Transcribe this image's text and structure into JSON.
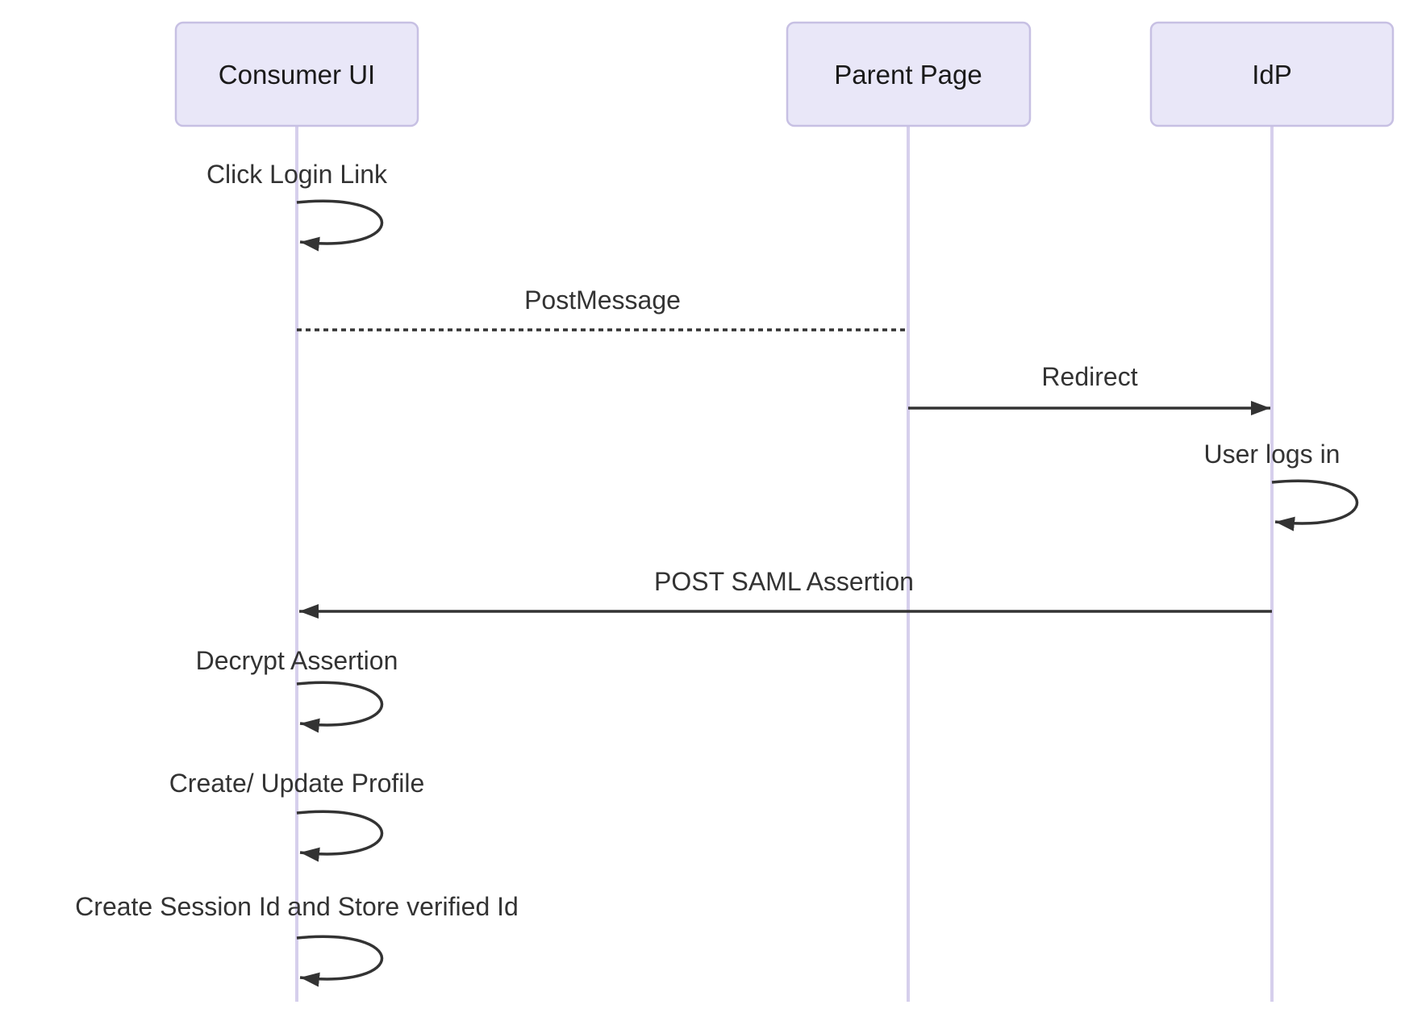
{
  "diagram": {
    "type": "sequence-diagram",
    "background_color": "#ffffff",
    "actors": [
      {
        "id": "consumer-ui",
        "label": "Consumer UI"
      },
      {
        "id": "parent-page",
        "label": "Parent Page"
      },
      {
        "id": "idp",
        "label": "IdP"
      }
    ],
    "messages": [
      {
        "from": "Consumer UI",
        "to": "Consumer UI",
        "label": "Click Login Link",
        "line": "self-loop",
        "arrow": "filled"
      },
      {
        "from": "Consumer UI",
        "to": "Parent Page",
        "label": "PostMessage",
        "line": "dashed",
        "arrow": "none"
      },
      {
        "from": "Parent Page",
        "to": "IdP",
        "label": "Redirect",
        "line": "solid",
        "arrow": "filled-right"
      },
      {
        "from": "IdP",
        "to": "IdP",
        "label": "User logs in",
        "line": "self-loop",
        "arrow": "filled"
      },
      {
        "from": "IdP",
        "to": "Consumer UI",
        "label": "POST SAML Assertion",
        "line": "solid",
        "arrow": "filled-left"
      },
      {
        "from": "Consumer UI",
        "to": "Consumer UI",
        "label": "Decrypt Assertion",
        "line": "self-loop",
        "arrow": "filled"
      },
      {
        "from": "Consumer UI",
        "to": "Consumer UI",
        "label": "Create/ Update Profile",
        "line": "self-loop",
        "arrow": "filled"
      },
      {
        "from": "Consumer UI",
        "to": "Consumer UI",
        "label": "Create Session Id and Store verified Id",
        "line": "self-loop",
        "arrow": "filled"
      }
    ],
    "colors": {
      "actor_fill": "#E9E7F8",
      "actor_border": "#C7C0E3",
      "actor_text": "#1a1a1a",
      "lifeline": "#D6CFEC",
      "message_line": "#333333",
      "text": "#333333"
    }
  }
}
